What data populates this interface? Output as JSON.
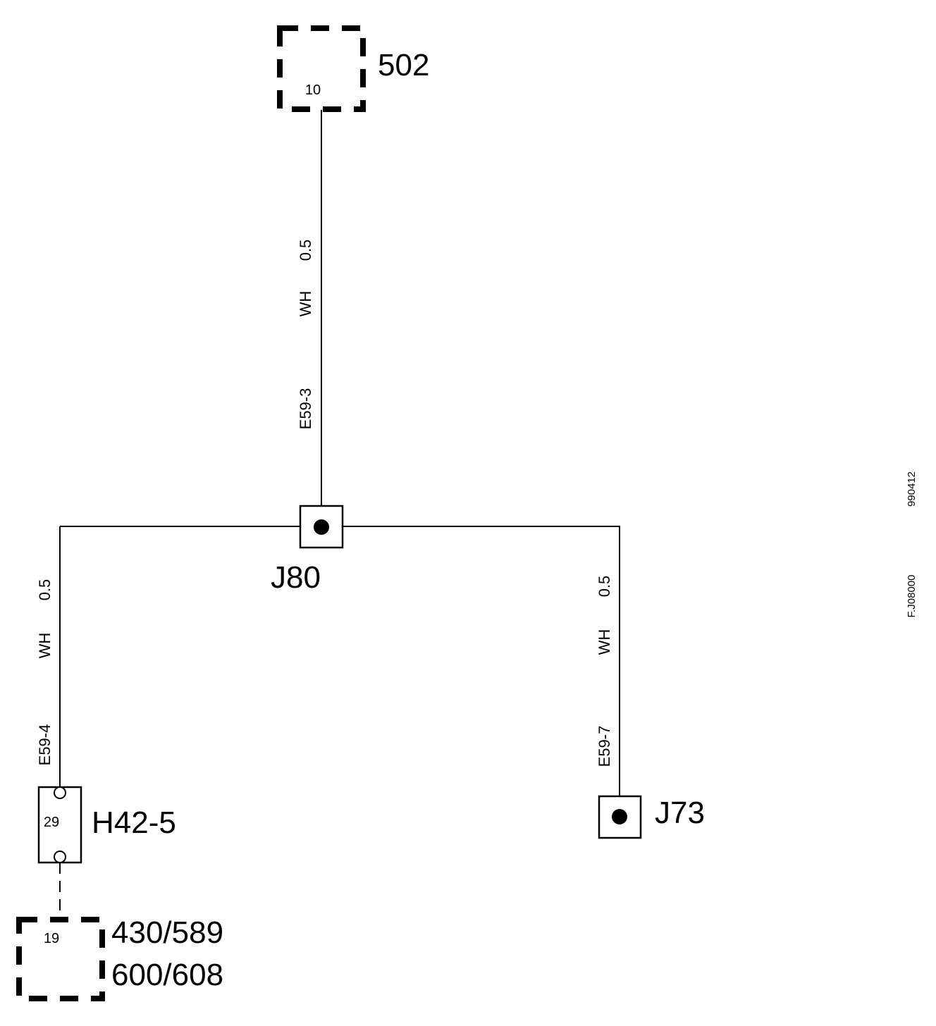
{
  "components": {
    "comp_502": {
      "label": "502",
      "pin": "10"
    },
    "comp_430": {
      "label_line1": "430/589",
      "label_line2": "600/608",
      "pin": "19"
    },
    "connector_h42": {
      "label": "H42-5",
      "pin": "29"
    },
    "splice_j80": {
      "label": "J80"
    },
    "splice_j73": {
      "label": "J73"
    }
  },
  "wires": {
    "center": {
      "size": "0.5",
      "color": "WH",
      "terminal": "E59-3"
    },
    "left": {
      "size": "0.5",
      "color": "WH",
      "terminal": "E59-4"
    },
    "right": {
      "size": "0.5",
      "color": "WH",
      "terminal": "E59-7"
    }
  },
  "side_ids": {
    "id_top": "990412",
    "id_bottom": "F.J08000"
  }
}
